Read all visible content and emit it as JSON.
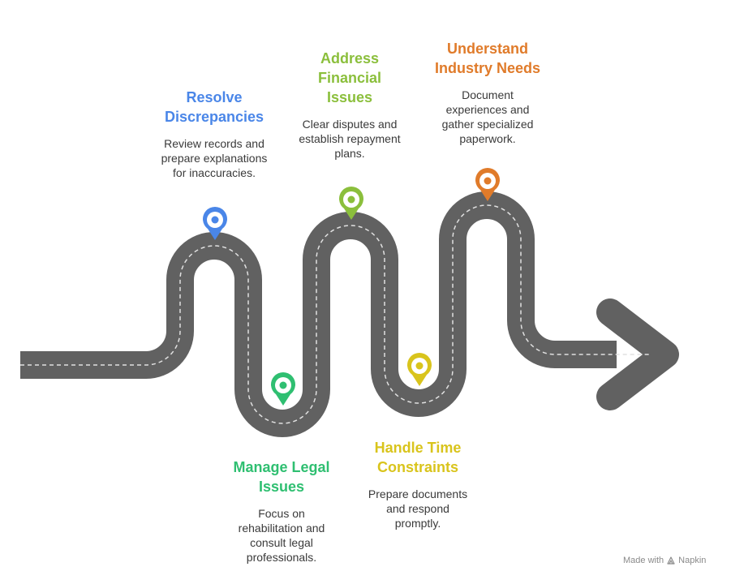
{
  "road": {
    "color": "#616161",
    "lane_marking_color": "#e0e0e0"
  },
  "steps": [
    {
      "title_lines": [
        "Resolve",
        "Discrepancies"
      ],
      "description_lines": [
        "Review records and",
        "prepare explanations",
        "for inaccuracies."
      ],
      "color": "#4a86e8",
      "icon": "map-pin-icon"
    },
    {
      "title_lines": [
        "Manage Legal",
        "Issues"
      ],
      "description_lines": [
        "Focus on",
        "rehabilitation and",
        "consult legal",
        "professionals."
      ],
      "color": "#2fbf71",
      "icon": "map-pin-icon"
    },
    {
      "title_lines": [
        "Address",
        "Financial",
        "Issues"
      ],
      "description_lines": [
        "Clear disputes and",
        "establish repayment",
        "plans."
      ],
      "color": "#8bbf3c",
      "icon": "map-pin-icon"
    },
    {
      "title_lines": [
        "Handle Time",
        "Constraints"
      ],
      "description_lines": [
        "Prepare documents",
        "and respond",
        "promptly."
      ],
      "color": "#d9c41c",
      "icon": "map-pin-icon"
    },
    {
      "title_lines": [
        "Understand",
        "Industry Needs"
      ],
      "description_lines": [
        "Document",
        "experiences and",
        "gather specialized",
        "paperwork."
      ],
      "color": "#e07b2a",
      "icon": "map-pin-icon"
    }
  ],
  "watermark": {
    "prefix": "Made with",
    "brand": "Napkin",
    "icon": "napkin-logo-icon"
  }
}
